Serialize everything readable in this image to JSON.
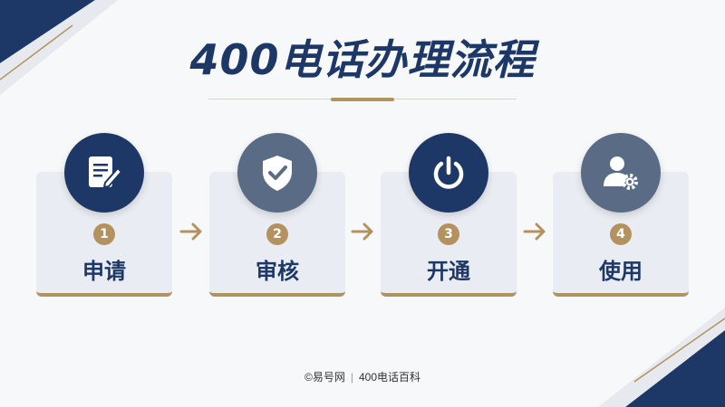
{
  "title": "400电话办理流程",
  "steps": [
    {
      "number": "1",
      "label": "申请",
      "icon": "document-edit-icon"
    },
    {
      "number": "2",
      "label": "审核",
      "icon": "shield-check-icon"
    },
    {
      "number": "3",
      "label": "开通",
      "icon": "power-icon"
    },
    {
      "number": "4",
      "label": "使用",
      "icon": "user-gear-icon"
    }
  ],
  "footer": {
    "brand": "©易号网",
    "separator": "|",
    "text": "400电话百科"
  },
  "colors": {
    "navy": "#1d3866",
    "slate": "#5a6b85",
    "gold": "#b49260",
    "card": "#e9ecf2"
  }
}
